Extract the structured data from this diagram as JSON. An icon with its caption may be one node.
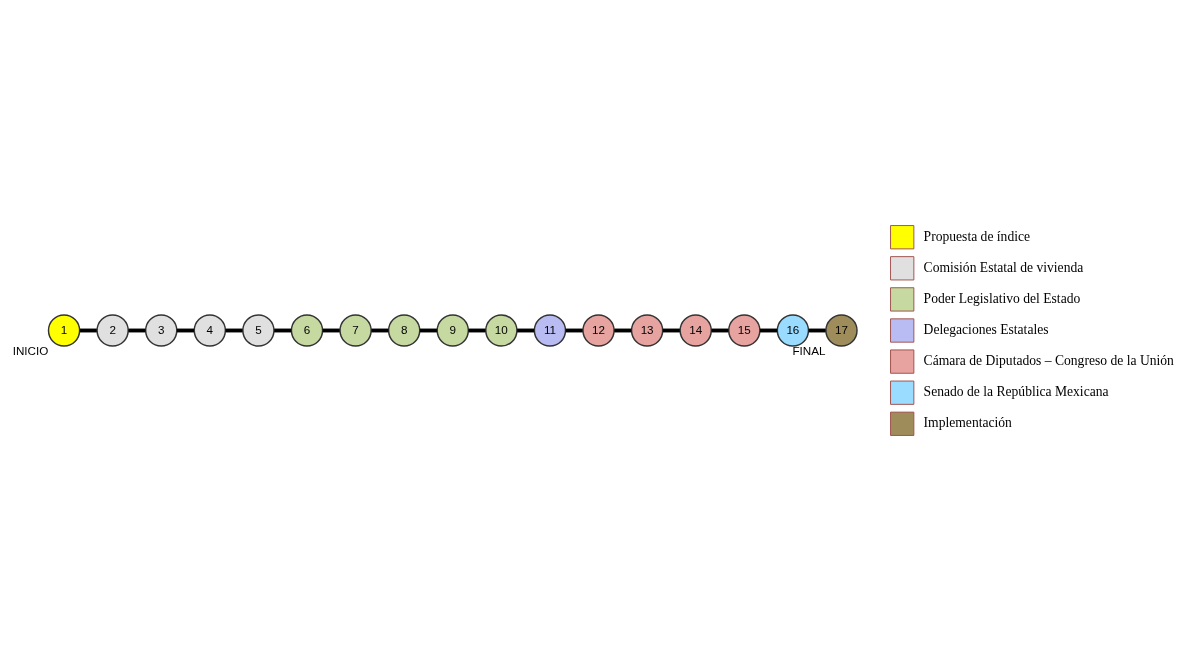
{
  "diagram": {
    "nodes": [
      {
        "text": [
          "1"
        ],
        "beside": [
          "INICIO"
        ]
      },
      {
        "text": [
          "2"
        ]
      },
      {
        "text": [
          "3"
        ]
      },
      {
        "text": [
          "4"
        ]
      },
      {
        "text": [
          "5"
        ]
      },
      {
        "text": [
          "6"
        ]
      },
      {
        "text": [
          "7"
        ]
      },
      {
        "text": [
          "8"
        ]
      },
      {
        "text": [
          "9"
        ]
      },
      {
        "text": [
          "10"
        ]
      },
      {
        "text": [
          "11"
        ]
      },
      {
        "text": [
          "12"
        ]
      },
      {
        "text": [
          "13"
        ]
      },
      {
        "text": [
          "14"
        ]
      },
      {
        "text": [
          "15"
        ]
      },
      {
        "text": [
          "16"
        ]
      },
      {
        "text": [
          "17"
        ],
        "beside": [
          "FINAL"
        ]
      }
    ],
    "edges": [
      {
        "from": 0,
        "to": 1,
        "arrow": "none"
      },
      {
        "from": 1,
        "to": 2,
        "arrow": "none"
      },
      {
        "from": 2,
        "to": 3,
        "arrow": "none"
      },
      {
        "from": 3,
        "to": 4,
        "arrow": "none"
      },
      {
        "from": 4,
        "to": 5,
        "arrow": "none"
      },
      {
        "from": 5,
        "to": 6,
        "arrow": "none"
      },
      {
        "from": 6,
        "to": 7,
        "arrow": "none"
      },
      {
        "from": 7,
        "to": 8,
        "arrow": "none"
      },
      {
        "from": 8,
        "to": 9,
        "arrow": "none"
      },
      {
        "from": 9,
        "to": 10,
        "arrow": "none"
      },
      {
        "from": 10,
        "to": 11,
        "arrow": "none"
      },
      {
        "from": 11,
        "to": 12,
        "arrow": "none"
      },
      {
        "from": 12,
        "to": 13,
        "arrow": "none"
      },
      {
        "from": 13,
        "to": 14,
        "arrow": "none"
      },
      {
        "from": 14,
        "to": 15,
        "arrow": "none"
      },
      {
        "from": 15,
        "to": 16,
        "arrow": "none"
      }
    ],
    "legend": [
      {
        "text": "Propuesta de índice",
        "color": "#ffff00"
      },
      {
        "text": "Comisión Estatal de vivienda",
        "color": "#e0e0e0"
      },
      {
        "text": "Poder Legislativo del Estado",
        "color": "#c5d9a0"
      },
      {
        "text": "Delegaciones Estatales",
        "color": "#b8bcf2"
      },
      {
        "text": "Cámara de Diputados – Congreso de la Unión",
        "color": "#e6a3a0"
      },
      {
        "text": "Senado de la República Mexicana",
        "color": "#99dcff"
      },
      {
        "text": "Implementación",
        "color": "#9e8c5a"
      }
    ]
  }
}
